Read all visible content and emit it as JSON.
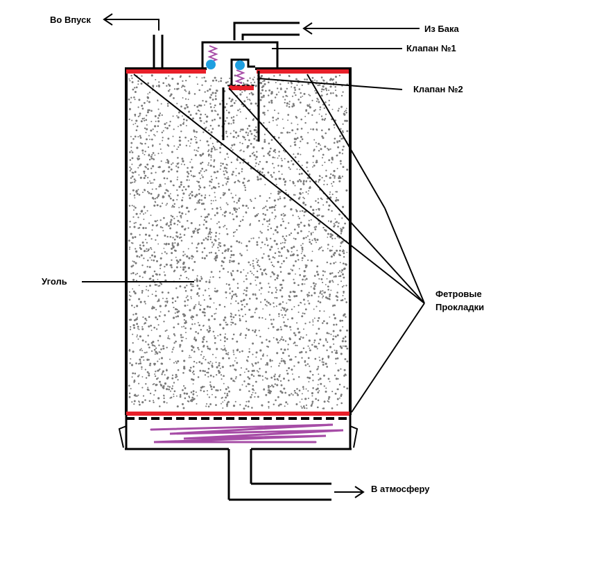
{
  "labels": {
    "intake": "Во Впуск",
    "from_tank": "Из Бака",
    "valve1": "Клапан №1",
    "valve2": "Клапан №2",
    "coal": "Уголь",
    "felt_line1": "Фетровые",
    "felt_line2": "Прокладки",
    "atmosphere": "В атмосферу"
  },
  "colors": {
    "outline": "#000000",
    "gasket": "#e8202a",
    "spring": "#a64ca6",
    "ball": "#1f9fe0",
    "coal_dot": "#7a7a7a",
    "background": "#ffffff"
  }
}
